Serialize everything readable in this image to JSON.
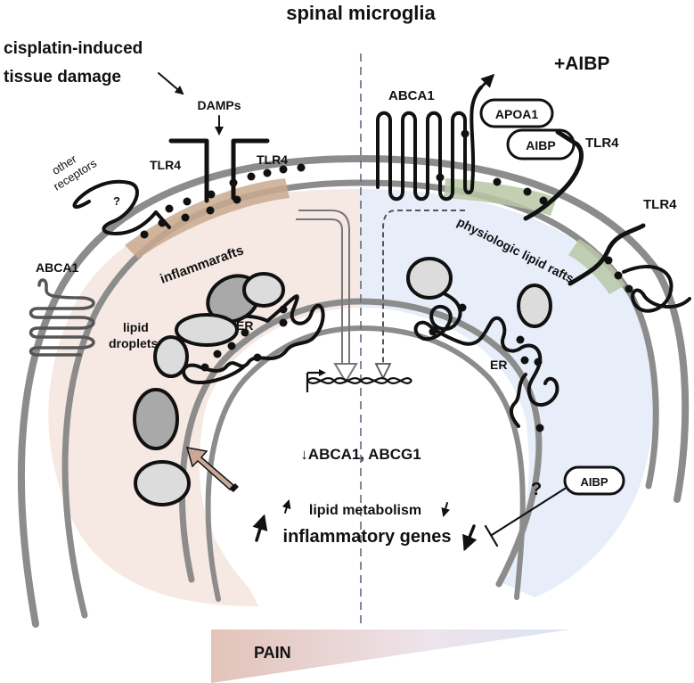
{
  "title": "spinal microglia",
  "left_side": {
    "trigger": "cisplatin-induced\ntissue damage",
    "damps": "DAMPs",
    "tlr4_a": "TLR4",
    "tlr4_b": "TLR4",
    "other_receptors": "other\nreceptors",
    "question": "?",
    "inflammarafts": "inflammarafts",
    "abca1": "ABCA1",
    "lipid_droplets": "lipid\ndroplets",
    "er": "ER"
  },
  "right_side": {
    "condition": "+AIBP",
    "abca1": "ABCA1",
    "apoa1": "APOA1",
    "aibp_bound": "AIBP",
    "tlr4_a": "TLR4",
    "tlr4_b": "TLR4",
    "physiologic_rafts": "physiologic lipid rafts",
    "er": "ER",
    "aibp_inhibitor": "AIBP",
    "question": "?"
  },
  "nucleus": {
    "gene_expression": "↓ABCA1, ABCG1",
    "lipid_metabolism": "lipid metabolism",
    "inflammatory_genes": "inflammatory genes"
  },
  "pain_label": "PAIN",
  "colors": {
    "left_cytoplasm": "#f6e8e3",
    "right_cytoplasm": "#e7eefa",
    "membrane": "#8c8c8c",
    "inflammaraft": "#c9a98f",
    "physiologic_raft": "#b7c7a4",
    "arrow_tan": "#c9a898",
    "pain_gradient_start": "#e8d0c6",
    "pain_gradient_end": "#dce6f6"
  }
}
